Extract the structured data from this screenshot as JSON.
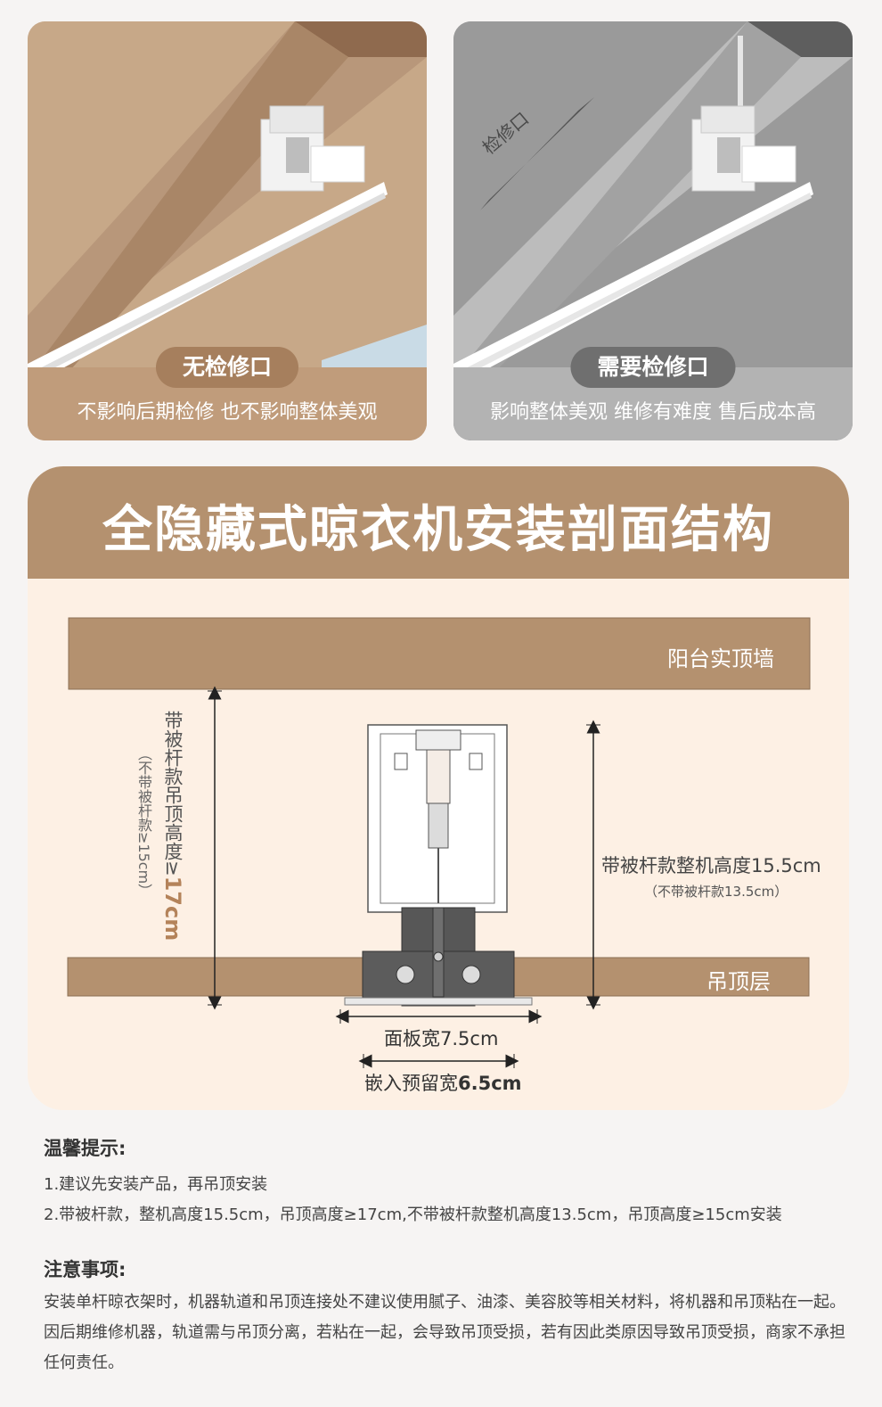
{
  "cards": [
    {
      "badge": "无检修口",
      "caption": "不影响后期检修 也不影响整体美观"
    },
    {
      "badge": "需要检修口",
      "caption": "影响整体美观 维修有难度 售后成本高",
      "hatch_label": "检修口"
    }
  ],
  "diagram": {
    "title": "全隐藏式晾衣机安装剖面结构",
    "wall_label": "阳台实顶墙",
    "ceiling_label": "吊顶层",
    "ceiling_height_label": "带被杆款吊顶高度≥",
    "ceiling_height_value": "17cm",
    "ceiling_height_sub": "（不带被杆款≥15cm）",
    "machine_height_label": "带被杆款整机高度15.5cm",
    "machine_height_sub": "（不带被杆款13.5cm）",
    "panel_width_label": "面板宽7.5cm",
    "embed_width_label": "嵌入预留宽",
    "embed_width_value": "6.5cm"
  },
  "tips": {
    "title": "温馨提示:",
    "lines": [
      "1.建议先安装产品，再吊顶安装",
      "2.带被杆款，整机高度15.5cm，吊顶高度≥17cm,不带被杆款整机高度13.5cm，吊顶高度≥15cm安装"
    ]
  },
  "notes": {
    "title": "注意事项:",
    "text": "安装单杆晾衣架时，机器轨道和吊顶连接处不建议使用腻子、油漆、美容胶等相关材料，将机器和吊顶粘在一起。因后期维修机器，轨道需与吊顶分离，若粘在一起，会导致吊顶受损，若有因此类原因导致吊顶受损，商家不承担任何责任。"
  },
  "colors": {
    "brown": "#b4916f",
    "cream": "#fdf0e4",
    "grey": "#8e8e8e"
  }
}
